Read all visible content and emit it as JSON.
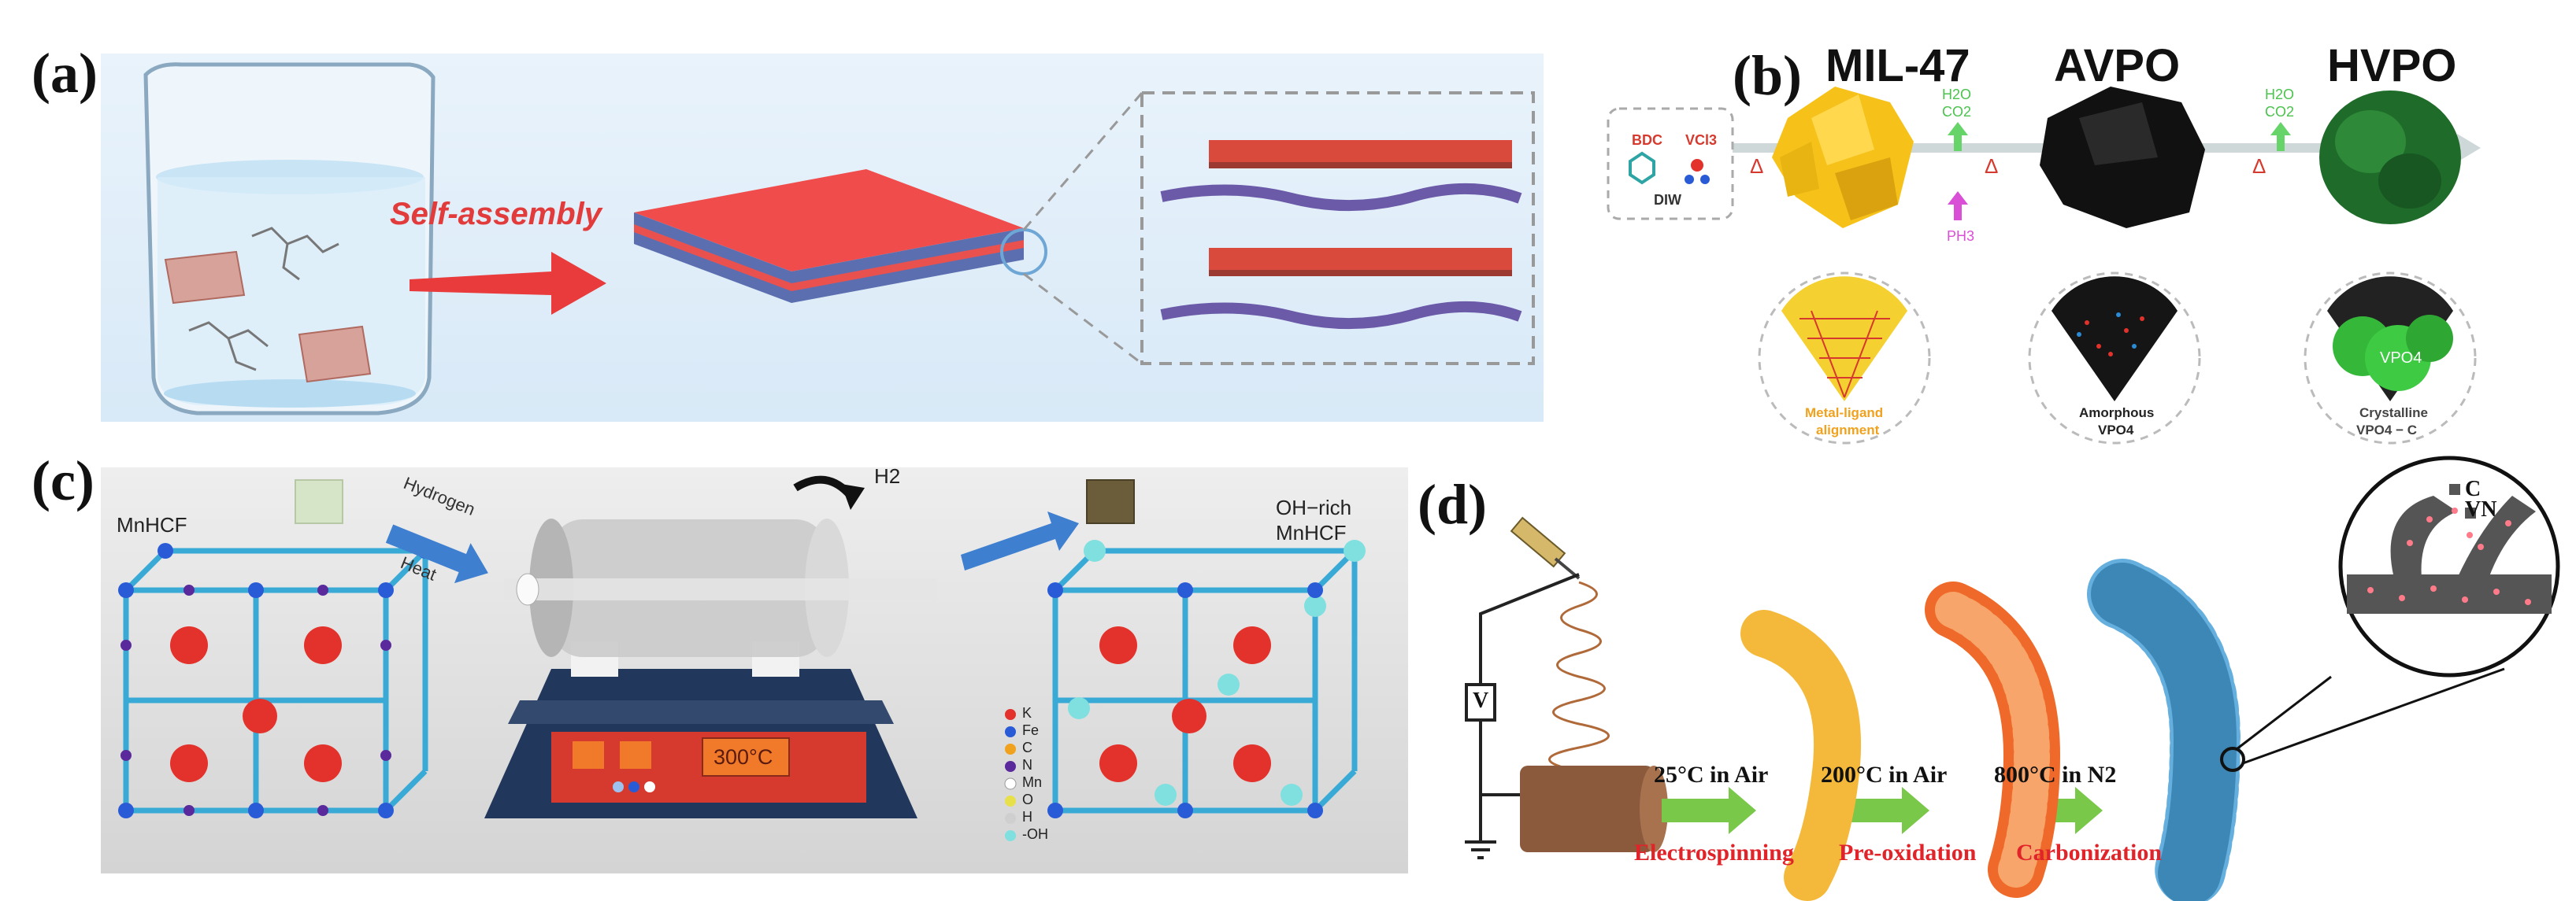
{
  "panels": {
    "a": {
      "label": "(a)",
      "arrow_text": "Self-assembly"
    },
    "b": {
      "label": "(b)",
      "titles": [
        "MIL-47",
        "AVPO",
        "HVPO"
      ],
      "precursor_labels": [
        "BDC",
        "VCl3",
        "DIW"
      ],
      "heat_symbol": "Δ",
      "gas_out_1": [
        "H2O",
        "CO2"
      ],
      "gas_out_2": [
        "H2O",
        "CO2"
      ],
      "gas_in": "PH3",
      "circle_captions": [
        [
          "Metal-ligand",
          "alignment"
        ],
        [
          "Amorphous",
          "VPO4"
        ],
        [
          "Crystalline",
          "VPO4 − C"
        ]
      ],
      "sphere_label": "VPO4"
    },
    "c": {
      "label": "(c)",
      "left_title": "MnHCF",
      "right_title": [
        "OH−rich",
        "MnHCF"
      ],
      "arrow_top": "Hydrogen",
      "arrow_bottom": "Heat",
      "gas": "H2",
      "temperature": "300°C",
      "legend": [
        {
          "label": "K",
          "color": "#e3322b"
        },
        {
          "label": "Fe",
          "color": "#2a5bd7"
        },
        {
          "label": "C",
          "color": "#f0a21f"
        },
        {
          "label": "N",
          "color": "#5a2a9c"
        },
        {
          "label": "Mn",
          "color": "#ffffff"
        },
        {
          "label": "O",
          "color": "#e8e04a"
        },
        {
          "label": "H",
          "color": "#cfcfcf"
        },
        {
          "label": "-OH",
          "color": "#7fe0df"
        }
      ]
    },
    "d": {
      "label": "(d)",
      "voltage": "V",
      "steps": [
        {
          "condition": "25°C in Air",
          "name": "Electrospinning"
        },
        {
          "condition": "200°C in Air",
          "name": "Pre-oxidation"
        },
        {
          "condition": "800°C in N2",
          "name": "Carbonization"
        }
      ],
      "legend": [
        {
          "label": "C",
          "color": "#555555"
        },
        {
          "label": "VN",
          "color": "#ff7b8a"
        }
      ]
    }
  }
}
